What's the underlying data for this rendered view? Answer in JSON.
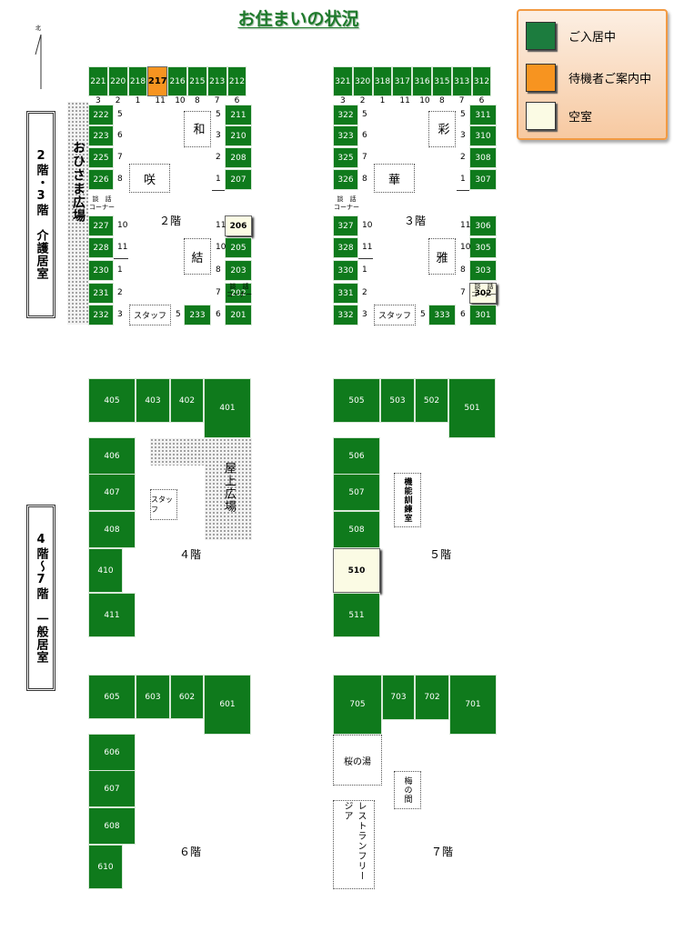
{
  "title": "お住まいの状況",
  "legend": {
    "occupied": {
      "label": "ご入居中",
      "color": "#0f7a1c"
    },
    "waiting": {
      "label": "待機者ご案内中",
      "color": "#f79420"
    },
    "vacant": {
      "label": "空室",
      "color": "#fbfbe4"
    }
  },
  "compass": "北",
  "side_labels": {
    "care": "2階・3階　介護居室",
    "general": "4階〜7階　一般居室"
  },
  "plaza_labels": {
    "ohisama": "おひさま広場",
    "rooftop": "屋上広場"
  },
  "floors": {
    "f2": {
      "label": "２階",
      "top_rooms": [
        "221",
        "220",
        "218",
        "217",
        "216",
        "215",
        "213",
        "212"
      ],
      "top_nums": [
        "3",
        "2",
        "1",
        "11",
        "10",
        "8",
        "7",
        "6"
      ],
      "left_rooms": [
        "222",
        "223",
        "225",
        "226",
        "227",
        "228",
        "230",
        "231",
        "232"
      ],
      "left_nums": [
        "5",
        "6",
        "7",
        "8",
        "10",
        "11",
        "1",
        "2",
        "3"
      ],
      "right_rooms": [
        "211",
        "210",
        "208",
        "207",
        "206",
        "205",
        "203",
        "202",
        "201"
      ],
      "right_nums": [
        "5",
        "3",
        "2",
        "1",
        "11",
        "10",
        "8",
        "7",
        "6"
      ],
      "bottom_room": "233",
      "bottom_num": "5",
      "units": [
        "和",
        "咲",
        "結"
      ],
      "staff": "スタッフ",
      "danwa": "談　話\nコーナー",
      "waiting_room": "217",
      "vacant_room": "206"
    },
    "f3": {
      "label": "３階",
      "top_rooms": [
        "321",
        "320",
        "318",
        "317",
        "316",
        "315",
        "313",
        "312"
      ],
      "top_nums": [
        "3",
        "2",
        "1",
        "11",
        "10",
        "8",
        "7",
        "6"
      ],
      "left_rooms": [
        "322",
        "323",
        "325",
        "326",
        "327",
        "328",
        "330",
        "331",
        "332"
      ],
      "left_nums": [
        "5",
        "6",
        "7",
        "8",
        "10",
        "11",
        "1",
        "2",
        "3"
      ],
      "right_rooms": [
        "311",
        "310",
        "308",
        "307",
        "306",
        "305",
        "303",
        "302",
        "301"
      ],
      "right_nums": [
        "5",
        "3",
        "2",
        "1",
        "11",
        "10",
        "8",
        "7",
        "6"
      ],
      "bottom_room": "333",
      "bottom_num": "5",
      "units": [
        "彩",
        "華",
        "雅"
      ],
      "staff": "スタッフ",
      "danwa": "談　話\nコーナー",
      "vacant_room": "302"
    },
    "f4": {
      "label": "４階",
      "rooms": [
        "405",
        "403",
        "402",
        "401",
        "406",
        "407",
        "408",
        "410",
        "411"
      ],
      "staff": "スタッフ"
    },
    "f5": {
      "label": "５階",
      "rooms": [
        "505",
        "503",
        "502",
        "501",
        "506",
        "507",
        "508",
        "510",
        "511"
      ],
      "training": "機能訓練室",
      "vacant_room": "510"
    },
    "f6": {
      "label": "６階",
      "rooms": [
        "605",
        "603",
        "602",
        "601",
        "606",
        "607",
        "608",
        "610"
      ]
    },
    "f7": {
      "label": "７階",
      "rooms": [
        "705",
        "703",
        "702",
        "701"
      ],
      "bath": "桜の湯",
      "ume": "梅の間",
      "restaurant": "レストランフリージア"
    }
  }
}
